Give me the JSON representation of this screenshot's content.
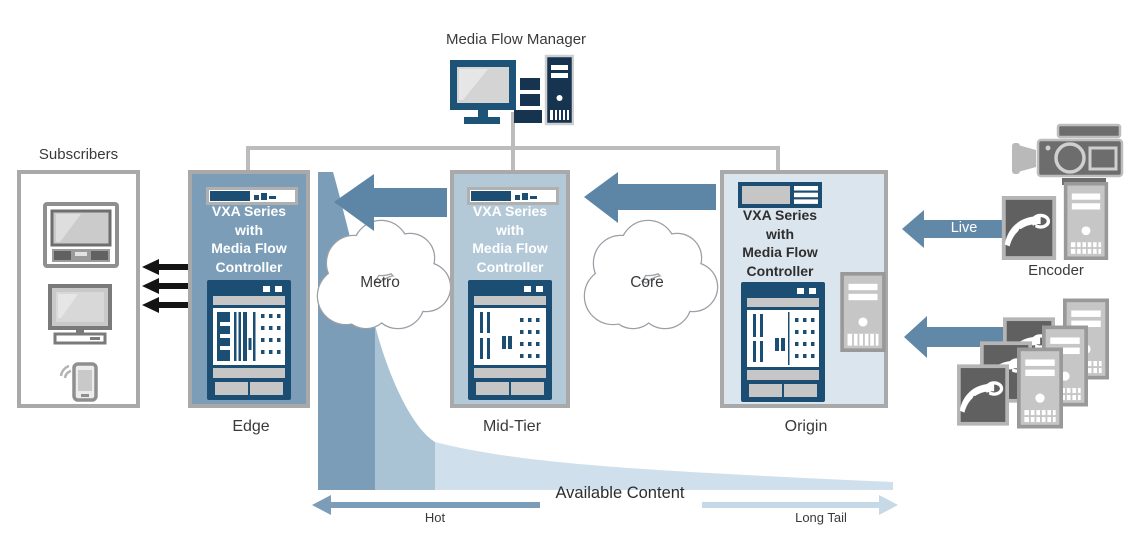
{
  "manager": {
    "label": "Media Flow Manager",
    "icon": "management-workstation-icon"
  },
  "subscribers": {
    "label": "Subscribers",
    "icons": [
      "tv-icon",
      "desktop-computer-icon",
      "mobile-phone-icon"
    ]
  },
  "nodes": [
    {
      "caption": "Edge",
      "lines": [
        "VXA Series",
        "with",
        "Media Flow",
        "Controller"
      ],
      "icons": [
        "appliance-icon",
        "router-chassis-icon"
      ]
    },
    {
      "caption": "Mid-Tier",
      "lines": [
        "VXA Series",
        "with",
        "Media Flow",
        "Controller"
      ],
      "icons": [
        "appliance-icon",
        "router-chassis-icon"
      ]
    },
    {
      "caption": "Origin",
      "lines": [
        "VXA Series",
        "with",
        "Media Flow",
        "Controller"
      ],
      "icons": [
        "appliance-icon",
        "router-chassis-icon",
        "server-tower-icon"
      ]
    }
  ],
  "clouds": [
    {
      "label": "Metro"
    },
    {
      "label": "Core"
    }
  ],
  "encoder": {
    "label": "Encoder",
    "live_label": "Live",
    "icons": [
      "video-camera-icon",
      "media-file-icon",
      "server-tower-icon"
    ]
  },
  "content_stack": {
    "icons": [
      "media-file-icon",
      "server-tower-icon"
    ]
  },
  "content_axis": {
    "label": "Available Content",
    "left": "Hot",
    "right": "Long Tail"
  },
  "colors": {
    "steel_blue": "#5d85a6",
    "box_edge_blue": "#7b9db8",
    "box_midtier_blue": "#b4c9d8",
    "box_origin_blue": "#dbe5ee",
    "curve_dark": "#7b9db8",
    "curve_medium": "#a9c3d4",
    "curve_light": "#cfdfeb",
    "navy": "#1c4e74",
    "border_grey": "#a9a9a9",
    "connector_grey": "#bcbcbc",
    "text_dark": "#3a3a3a"
  }
}
